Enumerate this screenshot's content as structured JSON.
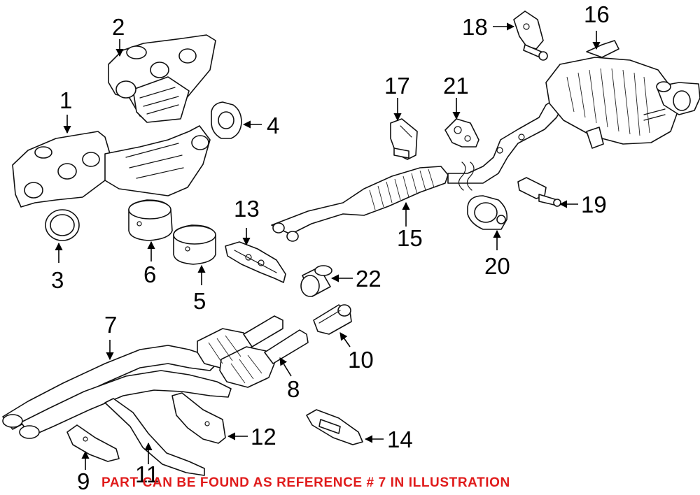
{
  "colors": {
    "line": "#111111",
    "footer_text": "#e01b1b",
    "background": "#ffffff"
  },
  "callouts": {
    "c1": "1",
    "c2": "2",
    "c3": "3",
    "c4": "4",
    "c5": "5",
    "c6": "6",
    "c7": "7",
    "c8": "8",
    "c9": "9",
    "c10": "10",
    "c11": "11",
    "c12": "12",
    "c13": "13",
    "c14": "14",
    "c15": "15",
    "c16": "16",
    "c17": "17",
    "c18": "18",
    "c19": "19",
    "c20": "20",
    "c21": "21",
    "c22": "22"
  },
  "footer": {
    "note": "PART CAN BE FOUND AS REFERENCE # 7 IN ILLUSTRATION"
  }
}
